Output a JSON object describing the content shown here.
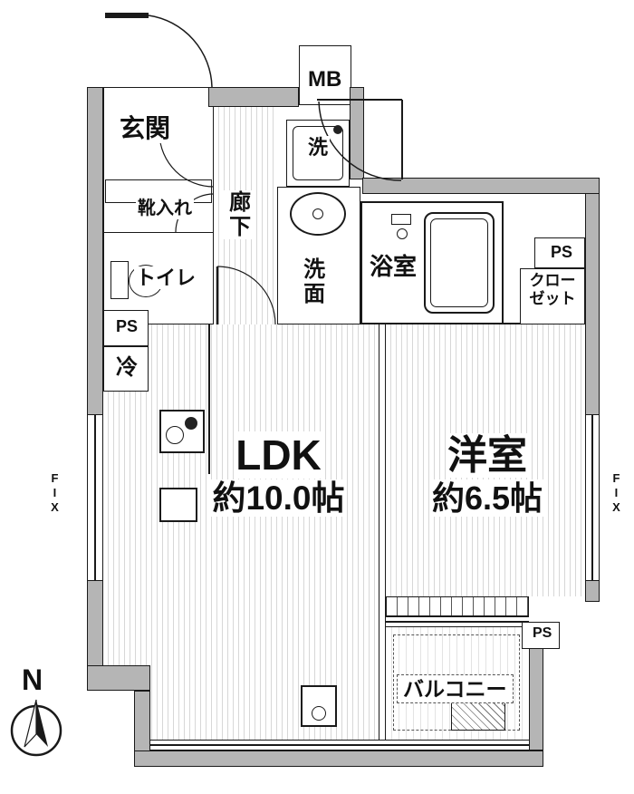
{
  "plan": {
    "rooms": {
      "genkan": "玄関",
      "shoe_cabinet": "靴入れ",
      "corridor": "廊下",
      "meter_box": "MB",
      "laundry": "洗",
      "washroom": "洗面",
      "bathroom": "浴室",
      "toilet": "トイレ",
      "closet": "クローゼット",
      "fridge": "冷",
      "ldk_name": "LDK",
      "ldk_size": "約10.0帖",
      "western_name": "洋室",
      "western_size": "約6.5帖",
      "balcony": "バルコニー"
    },
    "pipe_space": {
      "top_right": "PS",
      "left": "PS",
      "bottom": "PS"
    },
    "windows": {
      "fix_left": "FIX",
      "fix_right": "FIX"
    },
    "compass": {
      "north": "N"
    },
    "colors": {
      "wall": "#b5b5b5",
      "line": "#1a1a1a",
      "floor_stripe": "#d7d7d7",
      "background": "#ffffff"
    }
  }
}
